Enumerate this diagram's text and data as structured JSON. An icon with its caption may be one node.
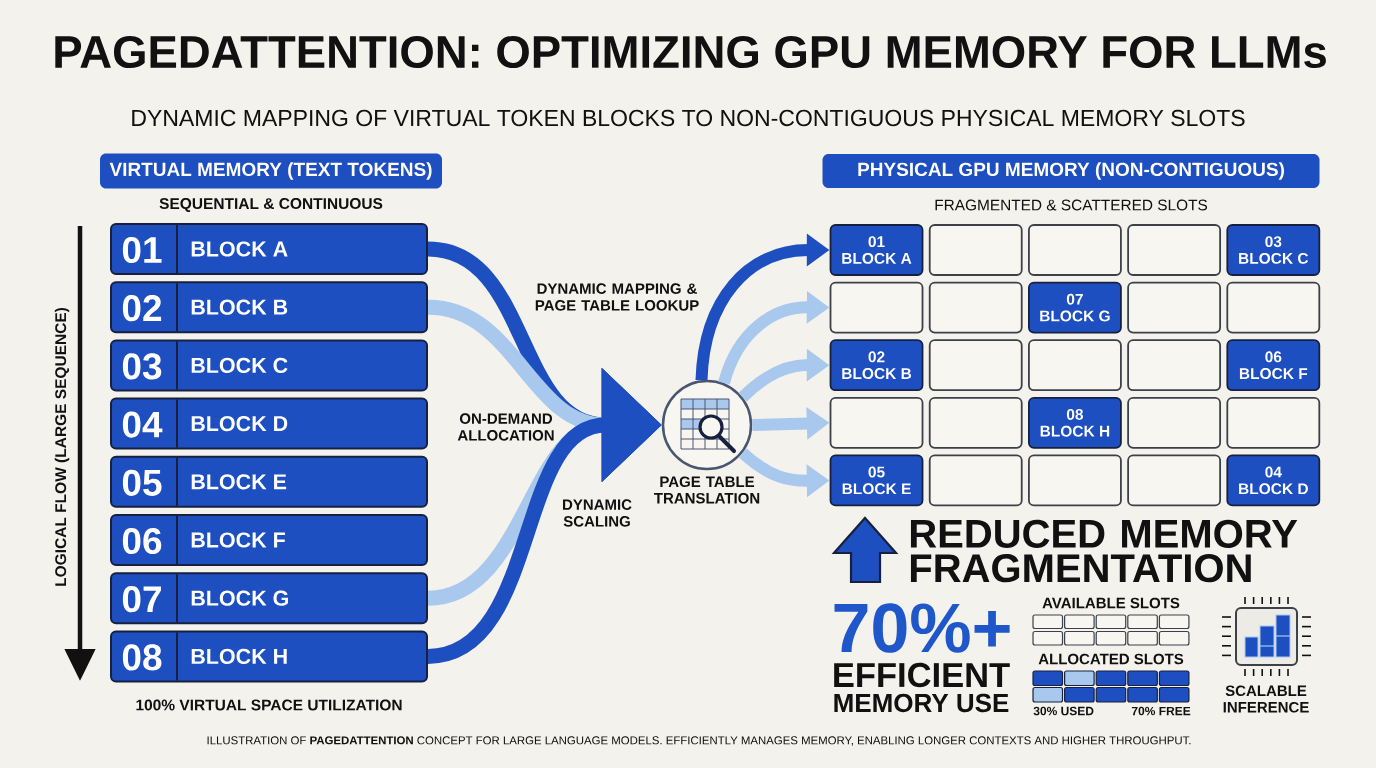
{
  "diagram": {
    "title": "PAGEDATTENTION: OPTIMIZING GPU MEMORY FOR LLMs",
    "caption": "ILLUSTRATION OF **PAGEDATTENTION** CONCEPT FOR LARGE LANGUAGE MODELS. EFFICIENTLY MANAGES MEMORY, ENABLING LONGER CONTEXTS AND HIGHER THROUGHPUT.",
    "nodes": [
      {
        "text": [
          "VIRTUAL MEMORY (TEXT TOKENS)"
        ]
      },
      {
        "text": [
          "01",
          "BLOCK A"
        ]
      },
      {
        "text": [
          "02",
          "BLOCK B"
        ]
      },
      {
        "text": [
          "03",
          "BLOCK C"
        ]
      },
      {
        "text": [
          "04",
          "BLOCK D"
        ]
      },
      {
        "text": [
          "05",
          "BLOCK E"
        ]
      },
      {
        "text": [
          "06",
          "BLOCK F"
        ]
      },
      {
        "text": [
          "07",
          "BLOCK G"
        ]
      },
      {
        "text": [
          "08",
          "BLOCK H"
        ]
      },
      {
        "text": [],
        "shape": "circle",
        "beside": [
          "PAGE TABLE TRANSLATION"
        ]
      },
      {
        "text": [
          "PHYSICAL GPU MEMORY (NON-CONTIGUOUS)"
        ]
      },
      {
        "text": [
          "01",
          "BLOCK A"
        ]
      },
      {
        "text": [],
        "shape": "box"
      },
      {
        "text": [],
        "shape": "box"
      },
      {
        "text": [],
        "shape": "box"
      },
      {
        "text": [
          "03",
          "BLOCK C"
        ]
      },
      {
        "text": [],
        "shape": "box"
      },
      {
        "text": [],
        "shape": "box"
      },
      {
        "text": [
          "07",
          "BLOCK G"
        ]
      },
      {
        "text": [],
        "shape": "box"
      },
      {
        "text": [],
        "shape": "box"
      },
      {
        "text": [
          "02",
          "BLOCK B"
        ]
      },
      {
        "text": [],
        "shape": "box"
      },
      {
        "text": [],
        "shape": "box"
      },
      {
        "text": [],
        "shape": "box"
      },
      {
        "text": [
          "06",
          "BLOCK F"
        ]
      },
      {
        "text": [],
        "shape": "box"
      },
      {
        "text": [],
        "shape": "box"
      },
      {
        "text": [
          "08",
          "BLOCK H"
        ]
      },
      {
        "text": [],
        "shape": "box"
      },
      {
        "text": [],
        "shape": "box"
      },
      {
        "text": [
          "05",
          "BLOCK E"
        ]
      },
      {
        "text": [],
        "shape": "box"
      },
      {
        "text": [],
        "shape": "box"
      },
      {
        "text": [],
        "shape": "box"
      },
      {
        "text": [
          "04",
          "BLOCK D"
        ]
      }
    ],
    "edges": [
      {
        "from": 1,
        "to": 9,
        "arrow": "to",
        "color": "#1e4fc0"
      },
      {
        "from": 2,
        "to": 9,
        "arrow": "to"
      },
      {
        "from": 7,
        "to": 9,
        "arrow": "to"
      },
      {
        "from": 8,
        "to": 9,
        "arrow": "to",
        "color": "#1e4fc0"
      },
      {
        "from": 9,
        "to": 11,
        "arrow": "to",
        "color": "#1e4fc0"
      },
      {
        "from": 9,
        "to": 16,
        "arrow": "to"
      },
      {
        "from": 9,
        "to": 21,
        "arrow": "to"
      },
      {
        "from": 9,
        "to": 26,
        "arrow": "to"
      },
      {
        "from": 9,
        "to": 31,
        "arrow": "to"
      }
    ],
    "labels": [
      "DYNAMIC MAPPING OF VIRTUAL TOKEN BLOCKS TO NON-CONTIGUOUS PHYSICAL MEMORY SLOTS",
      "SEQUENTIAL & CONTINUOUS",
      "FRAGMENTED & SCATTERED SLOTS",
      "DYNAMIC MAPPING & PAGE TABLE LOOKUP",
      "LOGICAL FLOW (LARGE SEQUENCE)",
      "ON-DEMAND ALLOCATION",
      "DYNAMIC SCALING",
      "REDUCED MEMORY FRAGMENTATION",
      "70%+",
      "AVAILABLE SLOTS",
      "ALLOCATED SLOTS",
      "EFFICIENT",
      "MEMORY USE",
      "SCALABLE INFERENCE",
      "30% USED",
      "70% FREE",
      "100% VIRTUAL SPACE UTILIZATION"
    ]
  }
}
